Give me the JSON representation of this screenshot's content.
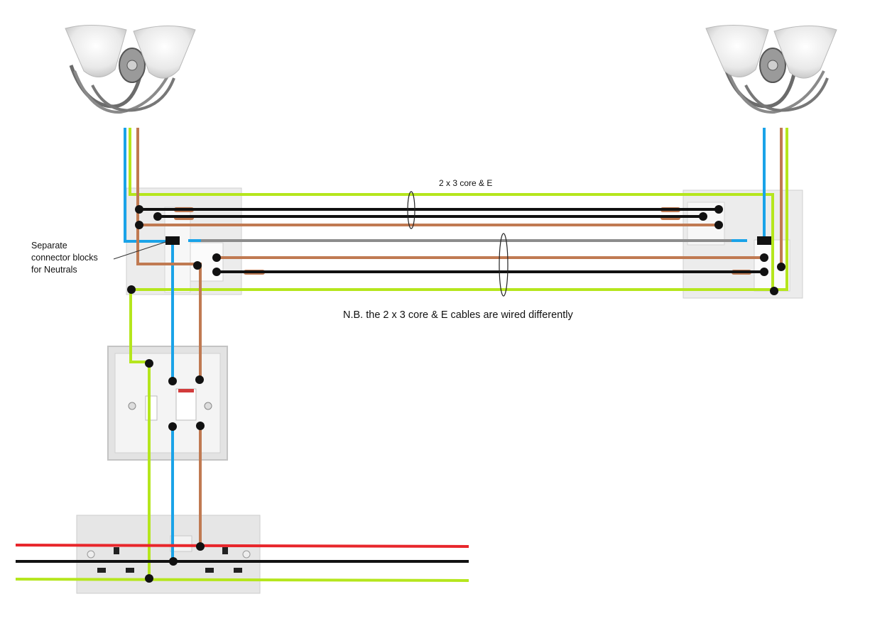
{
  "labels": {
    "cable": "2 x 3 core & E",
    "connector_note_lines": [
      "Separate",
      "connector blocks",
      "for Neutrals"
    ],
    "nb_note": "N.B. the 2 x 3 core & E cables are wired differently"
  },
  "wire_colors": {
    "neutral": "#1aa3e8",
    "live": "#c07a52",
    "earth": "#b5e61d",
    "black": "#111111",
    "grey": "#8c8c8c",
    "supply_red": "#e8262b"
  },
  "icons": [
    "wall-light-left-icon",
    "wall-light-right-icon",
    "fused-spur-icon",
    "double-socket-icon",
    "two-way-switch-left-icon",
    "two-way-switch-right-icon"
  ]
}
